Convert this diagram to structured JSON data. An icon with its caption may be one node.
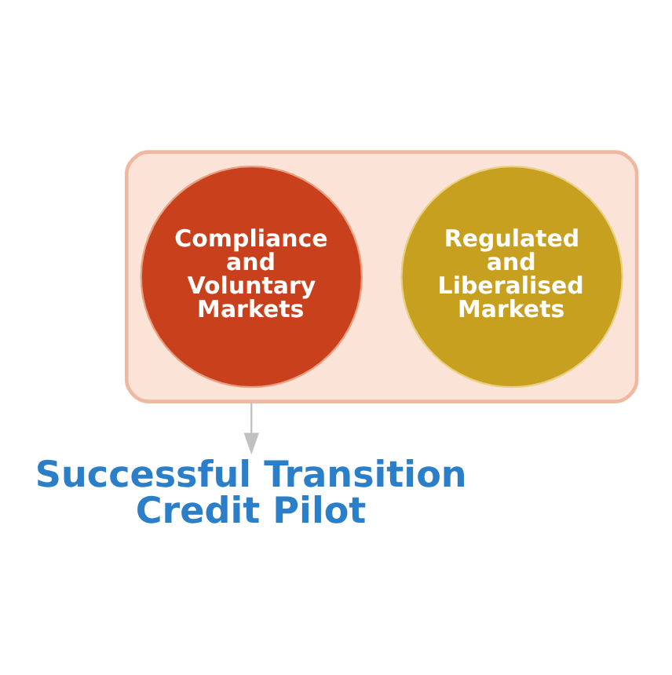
{
  "diagram": {
    "nodes": [
      {
        "text": [],
        "shape": "funnel"
      },
      {
        "text": [
          "Compliance and Voluntary Markets"
        ],
        "in": 0
      },
      {
        "text": [
          "Regulated and Liberalised Markets"
        ],
        "in": 0
      },
      {
        "text": [
          "Successful Transition Credit Pilot"
        ]
      }
    ],
    "edges": [
      {
        "from": 0,
        "to": 3,
        "arrow": "to"
      }
    ]
  }
}
